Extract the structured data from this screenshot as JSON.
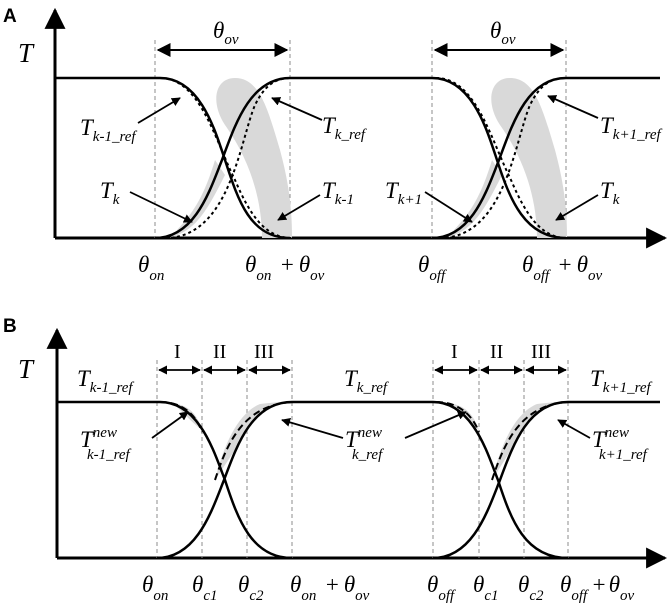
{
  "panels": [
    {
      "letter": "A",
      "y_axis": "T",
      "overlap_width": {
        "main": "θ",
        "sub": "ov"
      },
      "curve_labels": [
        {
          "main": "T",
          "sub": "k-1_ref"
        },
        {
          "main": "T",
          "sub": "k_ref"
        },
        {
          "main": "T",
          "sub": "k+1_ref"
        },
        {
          "main": "T",
          "sub": "k"
        },
        {
          "main": "T",
          "sub": "k-1"
        },
        {
          "main": "T",
          "sub": "k+1"
        },
        {
          "main": "T",
          "sub": "k"
        }
      ],
      "x_ticks": [
        {
          "main": "θ",
          "sub": "on"
        },
        {
          "main": "θ",
          "sub": "on",
          "plus": "+",
          "main2": "θ",
          "sub2": "ov"
        },
        {
          "main": "θ",
          "sub": "off"
        },
        {
          "main": "θ",
          "sub": "off",
          "plus": "+",
          "main2": "θ",
          "sub2": "ov"
        }
      ]
    },
    {
      "letter": "B",
      "y_axis": "T",
      "zones": [
        "I",
        "II",
        "III"
      ],
      "top_labels": [
        {
          "main": "T",
          "sub": "k-1_ref"
        },
        {
          "main": "T",
          "sub": "k_ref"
        },
        {
          "main": "T",
          "sub": "k+1_ref"
        }
      ],
      "new_labels": [
        {
          "main": "T",
          "sup": "new",
          "sub": "k-1_ref"
        },
        {
          "main": "T",
          "sup": "new",
          "sub": "k_ref"
        },
        {
          "main": "T",
          "sup": "new",
          "sub": "k+1_ref"
        }
      ],
      "x_ticks": [
        {
          "main": "θ",
          "sub": "on"
        },
        {
          "main": "θ",
          "sub": "c1"
        },
        {
          "main": "θ",
          "sub": "c2"
        },
        {
          "main": "θ",
          "sub": "on",
          "plus": "+",
          "main2": "θ",
          "sub2": "ov"
        },
        {
          "main": "θ",
          "sub": "off"
        },
        {
          "main": "θ",
          "sub": "c1"
        },
        {
          "main": "θ",
          "sub": "c2"
        },
        {
          "main": "θ",
          "sub": "off",
          "plus": "+",
          "main2": "θ",
          "sub2": "ov"
        }
      ]
    }
  ],
  "colors": {
    "ink": "#000000",
    "shade": "#d9d9d9",
    "guide": "#8c8c8c"
  }
}
